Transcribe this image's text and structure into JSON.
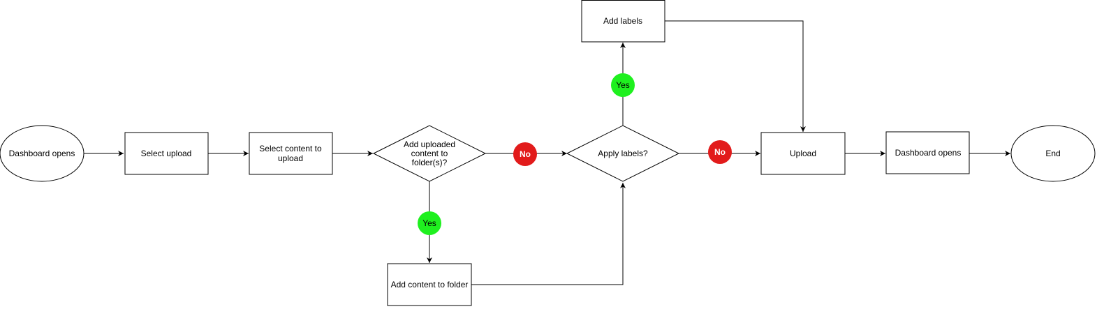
{
  "flowchart": {
    "nodes": {
      "start": {
        "shape": "ellipse",
        "text": "Dashboard opens"
      },
      "select_upload": {
        "shape": "process",
        "text": "Select upload"
      },
      "select_content": {
        "shape": "process",
        "text": "Select content to upload"
      },
      "decision_folder": {
        "shape": "decision",
        "text": "Add uploaded content to folder(s)?"
      },
      "add_to_folder": {
        "shape": "process",
        "text": "Add content to folder"
      },
      "decision_labels": {
        "shape": "decision",
        "text": "Apply labels?"
      },
      "add_labels": {
        "shape": "process",
        "text": "Add labels"
      },
      "upload": {
        "shape": "process",
        "text": "Upload"
      },
      "dashboard_end": {
        "shape": "process",
        "text": "Dashboard opens"
      },
      "end": {
        "shape": "ellipse",
        "text": "End"
      }
    },
    "badges": {
      "folder_no": {
        "text": "No",
        "color": "#e21b1b",
        "text_color": "#ffffff"
      },
      "folder_yes": {
        "text": "Yes",
        "color": "#1ff01f",
        "text_color": "#000000"
      },
      "labels_yes": {
        "text": "Yes",
        "color": "#1ff01f",
        "text_color": "#000000"
      },
      "labels_no": {
        "text": "No",
        "color": "#e21b1b",
        "text_color": "#ffffff"
      }
    },
    "edges": [
      {
        "from": "start",
        "to": "select_upload"
      },
      {
        "from": "select_upload",
        "to": "select_content"
      },
      {
        "from": "select_content",
        "to": "decision_folder"
      },
      {
        "from": "decision_folder",
        "to": "decision_labels",
        "badge": "folder_no"
      },
      {
        "from": "decision_folder",
        "to": "add_to_folder",
        "badge": "folder_yes"
      },
      {
        "from": "add_to_folder",
        "to": "decision_labels"
      },
      {
        "from": "decision_labels",
        "to": "add_labels",
        "badge": "labels_yes"
      },
      {
        "from": "add_labels",
        "to": "upload"
      },
      {
        "from": "decision_labels",
        "to": "upload",
        "badge": "labels_no"
      },
      {
        "from": "upload",
        "to": "dashboard_end"
      },
      {
        "from": "dashboard_end",
        "to": "end"
      }
    ]
  }
}
